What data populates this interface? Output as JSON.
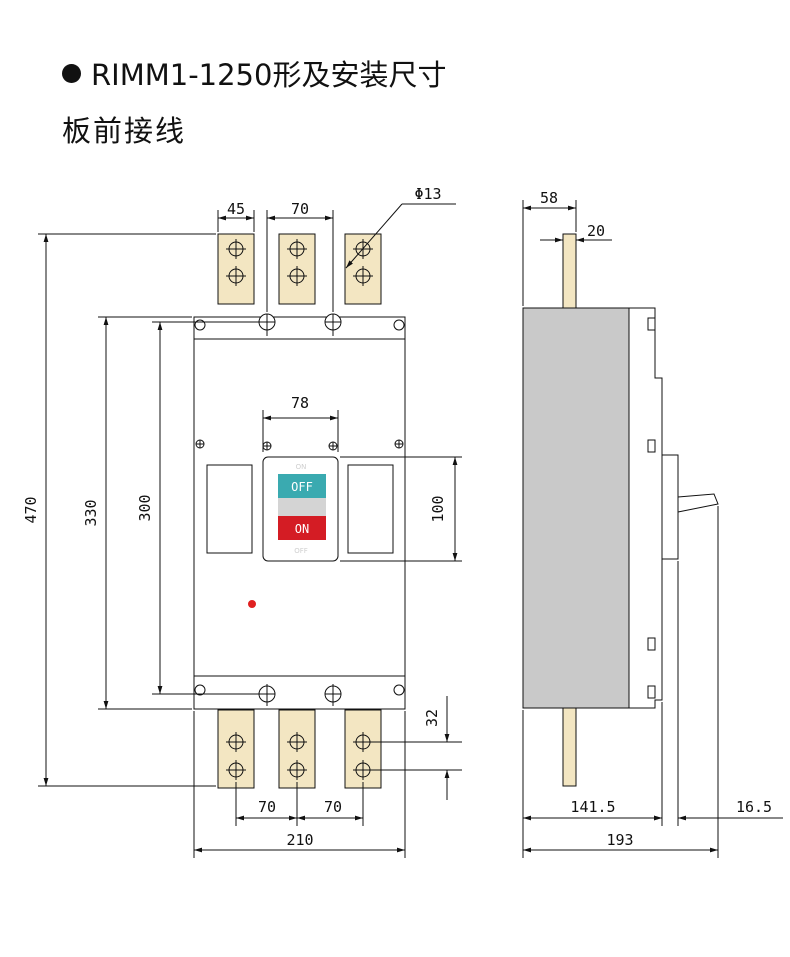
{
  "title": "RIMM1-1250形及安装尺寸",
  "subtitle": "板前接线",
  "front": {
    "dims": {
      "top_bus_width": "45",
      "top_bus_pitch": "70",
      "hole_dia": "Φ13",
      "overall_height": "470",
      "body_height": "330",
      "mount_height": "300",
      "handle_width": "78",
      "handle_height": "100",
      "terminal_hole_spacing": "32",
      "bottom_pitch_left": "70",
      "bottom_pitch_right": "70",
      "overall_width": "210"
    },
    "buttons": {
      "off": "OFF",
      "on": "ON",
      "small_top": "ON",
      "small_bottom": "OFF"
    }
  },
  "side": {
    "dims": {
      "top_depth": "58",
      "bus_thickness": "20",
      "body_depth": "141.5",
      "handle_protrusion": "16.5",
      "overall_depth": "193"
    }
  },
  "colors": {
    "copper_bus": "#f3e6c2",
    "off_button": "#3aaab0",
    "on_button": "#d41c24",
    "side_body": "#c9c9c9",
    "indicator": "#e02020"
  }
}
